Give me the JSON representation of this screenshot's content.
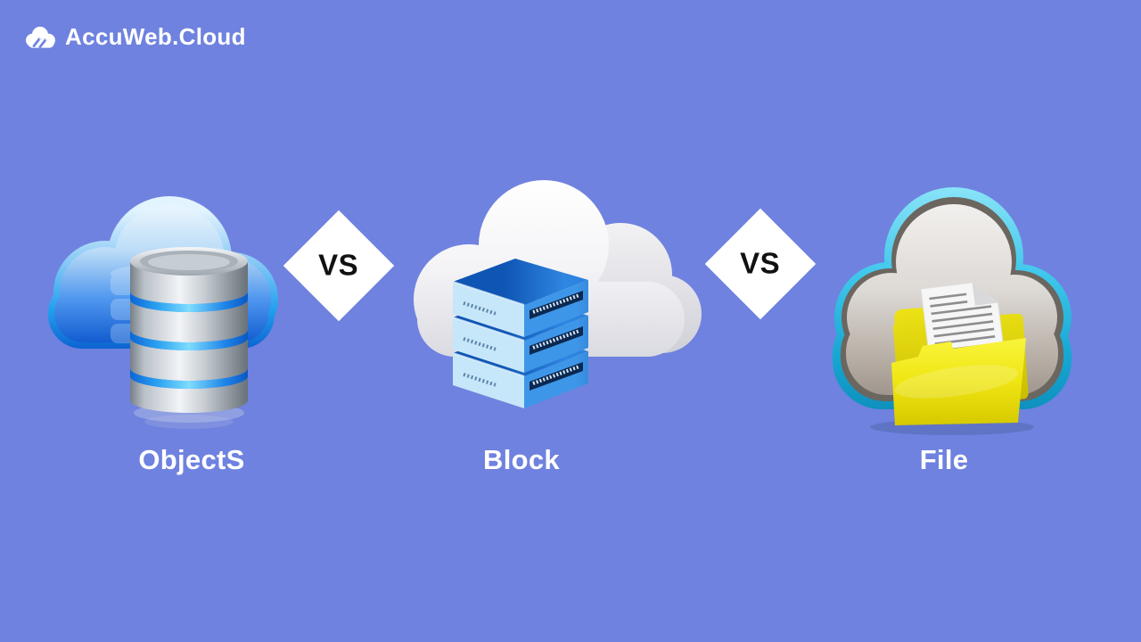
{
  "logo": {
    "text": "AccuWeb.Cloud"
  },
  "comparison": {
    "items": [
      {
        "label": "ObjectS",
        "illustration": "cloud-with-database-cylinder"
      },
      {
        "label": "Block",
        "illustration": "cloud-with-server-blocks"
      },
      {
        "label": "File",
        "illustration": "cloud-with-folder-and-document"
      }
    ],
    "separators": [
      {
        "label": "VS"
      },
      {
        "label": "VS"
      }
    ]
  },
  "colors": {
    "background": "#6F82DF",
    "diamond_background": "#FFFFFF",
    "diamond_text": "#111111",
    "label_text": "#FFFFFF",
    "logo_text": "#FFFFFF",
    "object_cloud_blue": "#0B55CD",
    "block_server_blue": "#2F87E2",
    "file_cloud_cyan": "#3EC6EA",
    "folder_yellow": "#EFE512"
  }
}
